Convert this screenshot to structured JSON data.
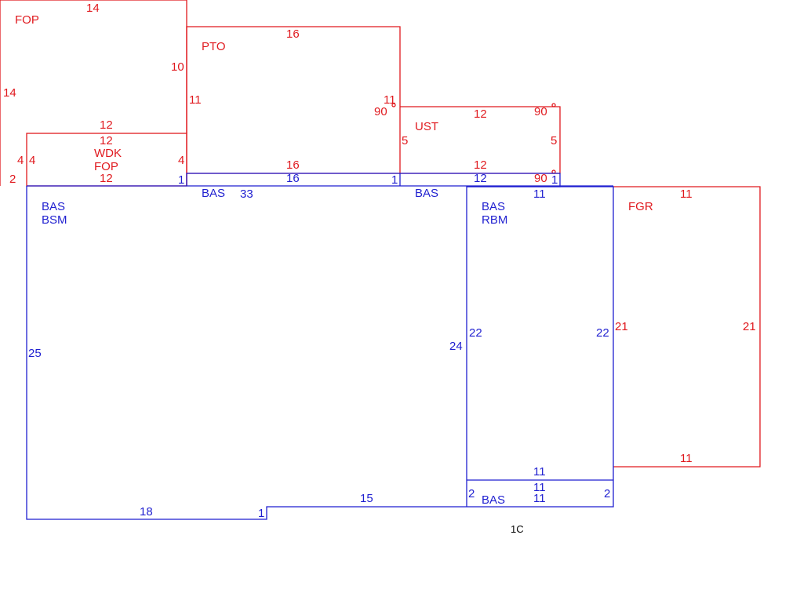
{
  "colors": {
    "red": "#e0191e",
    "blue": "#1f1fd0",
    "black": "#000000"
  },
  "areas": {
    "fop_top": "FOP",
    "pto": "PTO",
    "ust": "UST",
    "wdk": "WDK",
    "fop_small": "FOP",
    "bas_main": "BAS",
    "bsm": "BSM",
    "bas_strip_a": "BAS",
    "bas_strip_b": "BAS",
    "bas_right": "BAS",
    "rbm": "RBM",
    "bas_bottom": "BAS",
    "fgr": "FGR",
    "footer_code": "1C"
  },
  "red_dims": {
    "fop_top": "14",
    "fop_10": "10",
    "fop_left": "14",
    "fop_2": "2",
    "wdk_top": "12",
    "wdk_top2": "12",
    "wdk_left": "4",
    "wdk_left2": "4",
    "wdk_right": "4",
    "wdk_bottom": "12",
    "pto_top": "16",
    "pto_left": "11",
    "pto_right": "11",
    "pto_angle": "90",
    "pto_bottom": "16",
    "ust_top": "12",
    "ust_angle_top": "90",
    "ust_left": "5",
    "ust_right": "5",
    "ust_bottom": "12",
    "ust_angle_bottom": "90",
    "fgr_top": "11",
    "fgr_left": "21",
    "fgr_right": "21",
    "fgr_bottom": "11"
  },
  "blue_dims": {
    "strip_1_left": "1",
    "strip_16": "16",
    "strip_1_right": "1",
    "dim_33": "33",
    "strip_12": "12",
    "strip_1_far": "1",
    "right_top": "11",
    "main_left": "25",
    "mid_24": "24",
    "right_left": "22",
    "right_right": "22",
    "bottom_11_a": "11",
    "bottom_11_b": "11",
    "bottom_11_c": "11",
    "bottom_2_left": "2",
    "bottom_2_right": "2",
    "dim_15": "15",
    "dim_18": "18",
    "dim_1_step": "1"
  }
}
